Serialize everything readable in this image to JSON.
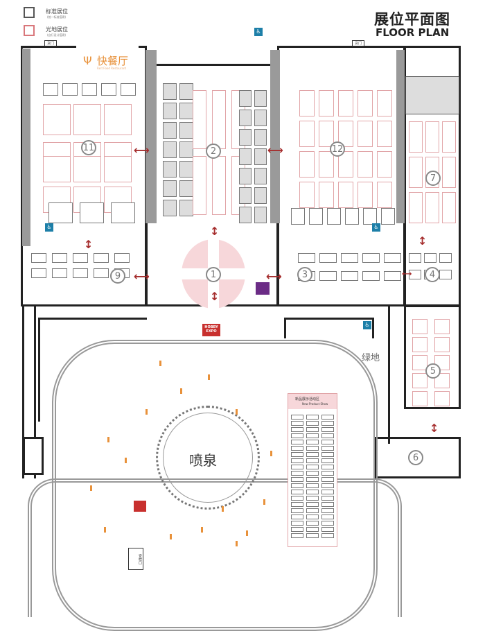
{
  "legend": [
    {
      "label": "标准展位",
      "note": "(统一标准搭建)",
      "color": "#555555"
    },
    {
      "label": "光地展位",
      "note": "(自行设计搭建)",
      "color": "#d9777b"
    }
  ],
  "header": {
    "title": "展位平面图",
    "subtitle": "FLOOR PLAN"
  },
  "halls": [
    "1",
    "2",
    "3",
    "4",
    "5",
    "6",
    "7",
    "9",
    "11",
    "12"
  ],
  "labels": {
    "restaurant": "快餐厅",
    "restaurant_en": "Fast Food Restaurant",
    "fountain": "喷泉",
    "green": "绿地",
    "cargo_gate_left": "货门",
    "cargo_gate_right": "货门",
    "security": "安检口",
    "showcase": "新品展示活动区",
    "showcase_en": "New Product Show",
    "logo_line1": "HOBBY",
    "logo_line2": "EXPO"
  },
  "colors": {
    "accent": "#a52d2d",
    "pink": "#f7d7da",
    "purple": "#6b2c86",
    "orange": "#e8913a"
  }
}
